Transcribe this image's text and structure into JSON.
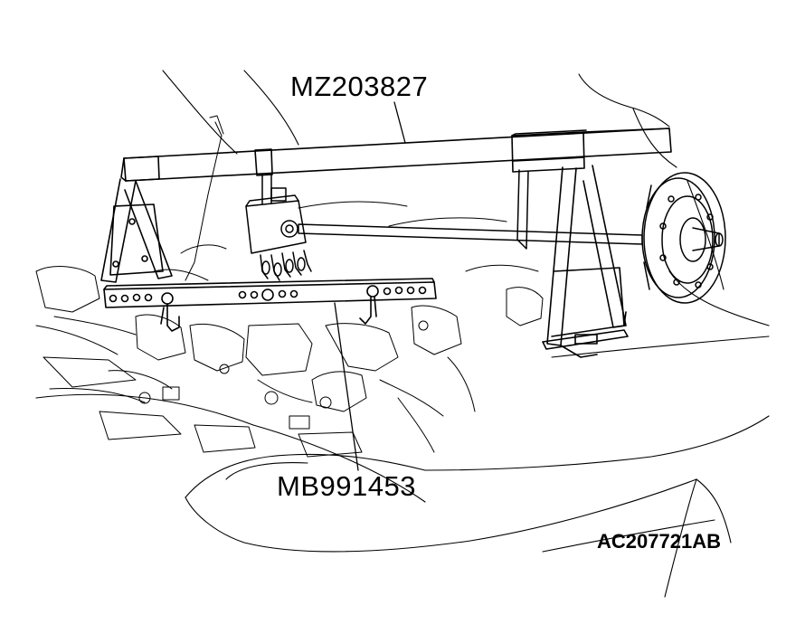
{
  "labels": {
    "crossbar_tool": "MZ203827",
    "lower_bar_tool": "MB991453"
  },
  "figure_code": "AC207721AB",
  "colors": {
    "line": "#000000",
    "background": "#ffffff"
  }
}
